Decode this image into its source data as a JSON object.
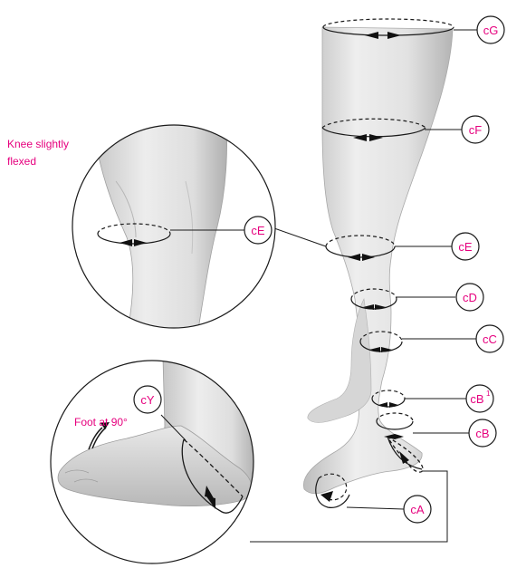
{
  "notes": {
    "knee_line1": "Knee slightly",
    "knee_line2": "flexed",
    "foot": "Foot at 90°"
  },
  "labels": {
    "cG": "cG",
    "cF": "cF",
    "cE_main": "cE",
    "cE_zoom": "cE",
    "cD": "cD",
    "cC": "cC",
    "cB1_base": "cB",
    "cB1_sup": "1",
    "cB": "cB",
    "cA": "cA",
    "cY": "cY"
  },
  "colors": {
    "accent": "#e6007e",
    "line": "#1a1a1a",
    "leg_light": "#ededed",
    "leg_dark": "#b9b9b9"
  }
}
